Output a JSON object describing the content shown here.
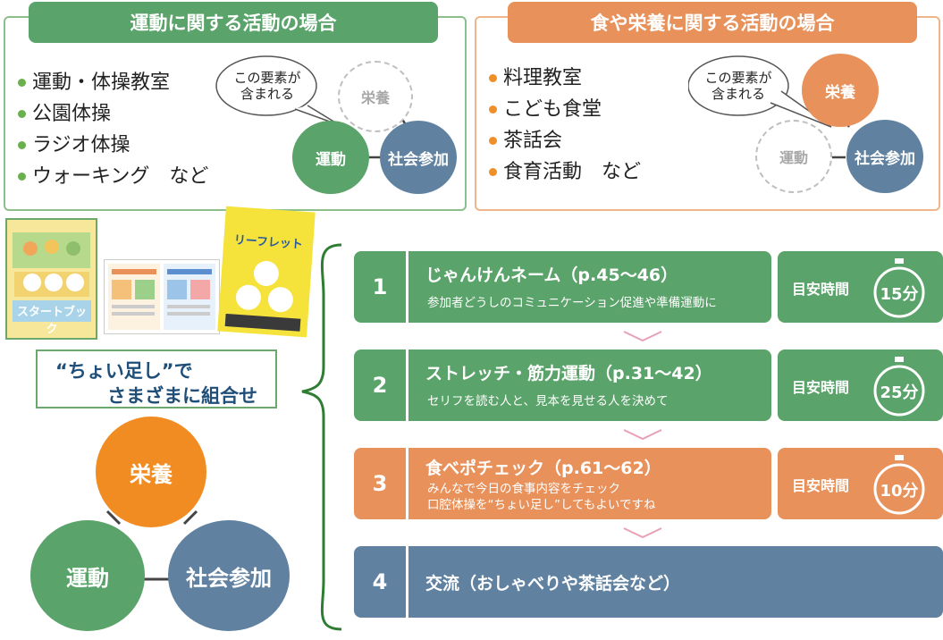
{
  "exercise_panel": {
    "title": "運動に関する活動の場合",
    "items": [
      "運動・体操教室",
      "公園体操",
      "ラジオ体操",
      "ウォーキング　など"
    ],
    "bubble": [
      "この要素が",
      "含まれる"
    ],
    "circles": {
      "active1": "運動",
      "active2": "社会参加",
      "inactive": "栄養"
    }
  },
  "nutrition_panel": {
    "title": "食や栄養に関する活動の場合",
    "items": [
      "料理教室",
      "こども食堂",
      "茶話会",
      "食育活動　など"
    ],
    "bubble": [
      "この要素が",
      "含まれる"
    ],
    "circles": {
      "active1": "栄養",
      "active2": "社会参加",
      "inactive": "運動"
    }
  },
  "booklets": {
    "start_book_title": "スタートブック",
    "leaflet_title": "リーフレット"
  },
  "combine_label": {
    "line1": "“ちょい足し”で",
    "line2": "さまざまに組合せ"
  },
  "triad": {
    "top": "栄養",
    "left": "運動",
    "right": "社会参加"
  },
  "activities": [
    {
      "num": "1",
      "title": "じゃんけんネーム（p.45～46）",
      "sub": [
        "参加者どうしのコミュニケーション促進や準備運動に"
      ],
      "time_label": "目安時間",
      "time": "15分",
      "color": "#5aa36a"
    },
    {
      "num": "2",
      "title": "ストレッチ・筋力運動（p.31～42）",
      "sub": [
        "セリフを読む人と、見本を見せる人を決めて"
      ],
      "time_label": "目安時間",
      "time": "25分",
      "color": "#5aa36a"
    },
    {
      "num": "3",
      "title": "食べポチェック（p.61～62）",
      "sub": [
        "みんなで今日の食事内容をチェック",
        "口腔体操を“ちょい足し”してもよいですね"
      ],
      "time_label": "目安時間",
      "time": "10分",
      "color": "#e8915a"
    },
    {
      "num": "4",
      "title": "交流（おしゃべりや茶話会など）",
      "sub": [],
      "color": "#6082a0"
    }
  ],
  "colors": {
    "green": "#5aa36a",
    "orange": "#e8915a",
    "blue": "#6082a0",
    "nutrition_circle": "#f08c22"
  }
}
